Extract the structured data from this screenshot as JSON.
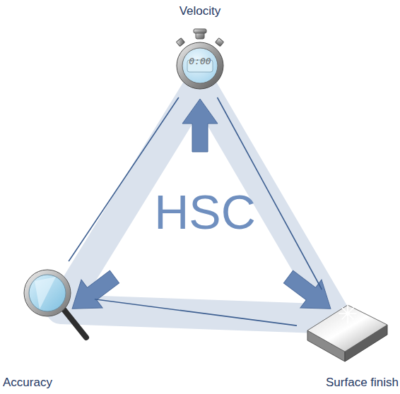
{
  "diagram": {
    "nodes": [
      {
        "text": [
          "Velocity"
        ]
      },
      {
        "text": [
          "Accuracy"
        ]
      },
      {
        "text": [
          "Surface finish"
        ]
      }
    ],
    "edges": [
      {
        "from": 0,
        "to": 1,
        "arrow": "none"
      },
      {
        "from": 0,
        "to": 2,
        "arrow": "none"
      },
      {
        "from": 1,
        "to": 2,
        "arrow": "none"
      }
    ],
    "labels": [
      "HSC",
      "0:00"
    ]
  }
}
